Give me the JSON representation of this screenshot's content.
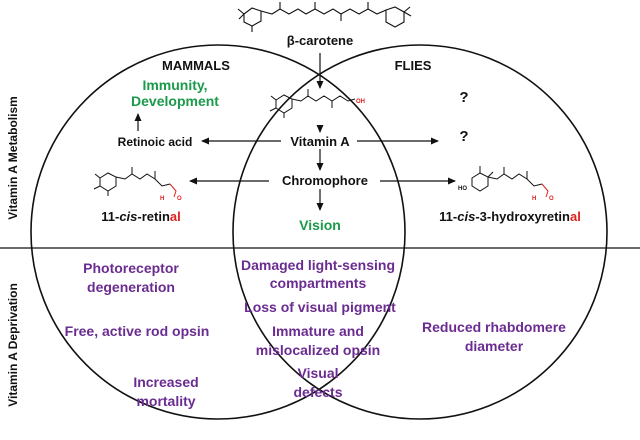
{
  "top_molecule_label": "β-carotene",
  "side_labels": {
    "metabolism": "Vitamin A Metabolism",
    "deprivation": "Vitamin A Deprivation"
  },
  "sets": {
    "left": "MAMMALS",
    "right": "FLIES"
  },
  "metabolism": {
    "immunity_line1": "Immunity,",
    "immunity_line2": "Development",
    "retinoic_acid": "Retinoic acid",
    "vitamin_a": "Vitamin A",
    "chromophore": "Chromophore",
    "vision": "Vision",
    "unknown_1": "?",
    "unknown_2": "?",
    "vitA_oh_label": "OH",
    "mammal_chromophore": {
      "prefix": "11-",
      "italic": "cis",
      "mid": "-retin",
      "highlight": "al"
    },
    "fly_chromophore": {
      "prefix": "11-",
      "italic": "cis",
      "mid": "-3-hydroxyretin",
      "highlight": "al"
    },
    "ho_label": "HO",
    "aldehyde_h": "H",
    "aldehyde_o": "O"
  },
  "deprivation": {
    "mammals": [
      [
        "Photoreceptor",
        "degeneration"
      ],
      [
        "Free, active rod opsin"
      ],
      [
        "Increased",
        "mortality"
      ]
    ],
    "shared": [
      [
        "Damaged light-sensing",
        "compartments"
      ],
      [
        "Loss of visual pigment"
      ],
      [
        "Immature and",
        "mislocalized opsin"
      ],
      [
        "Visual",
        "defects"
      ]
    ],
    "flies": [
      [
        "Reduced rhabdomere",
        "diameter"
      ]
    ]
  },
  "colors": {
    "green": "#1a9a4a",
    "purple": "#6b2c91",
    "red": "#e0201e",
    "black": "#111111"
  }
}
